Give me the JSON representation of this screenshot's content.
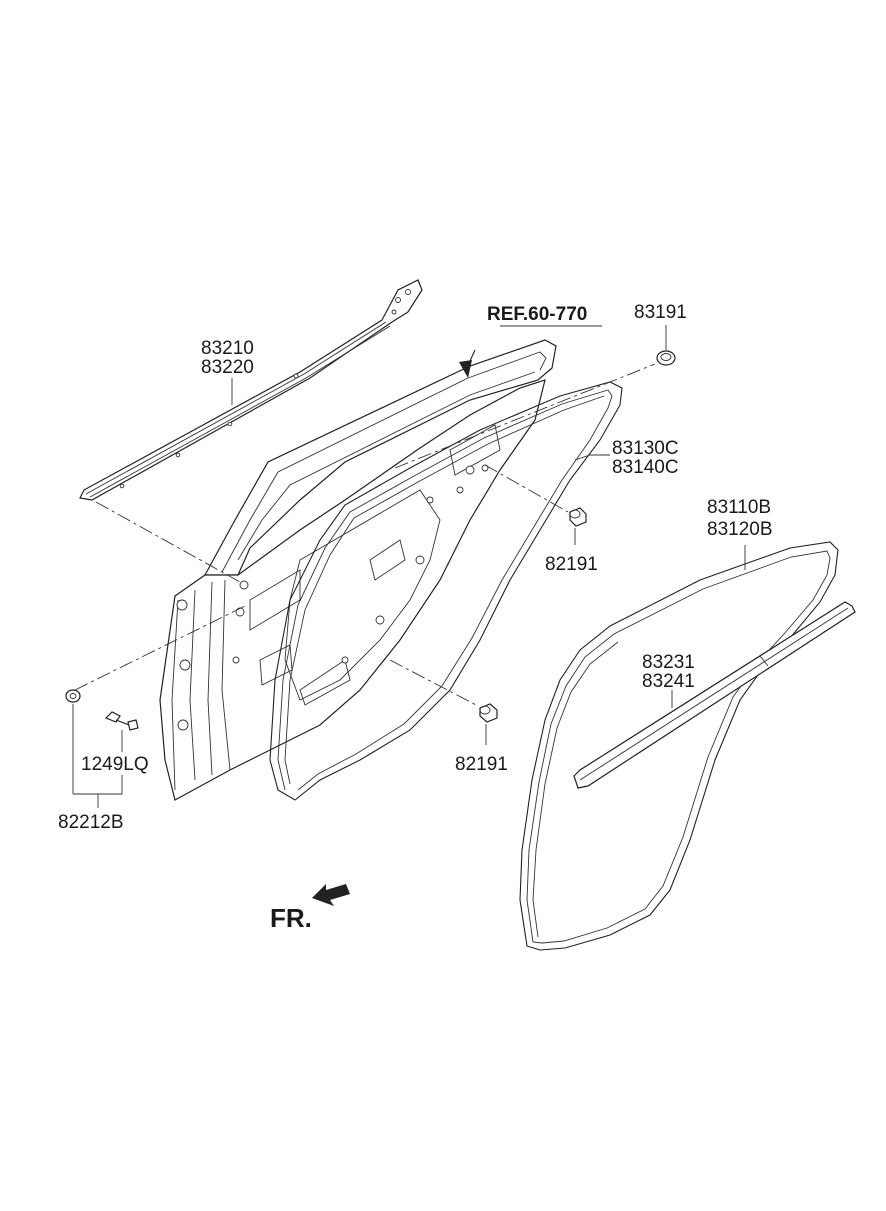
{
  "labels": {
    "belt_molding_1": "83210",
    "belt_molding_2": "83220",
    "ref": "REF.60-770",
    "plug": "83191",
    "weatherstrip_door_1": "83130C",
    "weatherstrip_door_2": "83140C",
    "bumper_upper": "82191",
    "bumper_lower": "82191",
    "weatherstrip_body_1": "83110B",
    "weatherstrip_body_2": "83120B",
    "run_channel_1": "83231",
    "run_channel_2": "83241",
    "screw": "1249LQ",
    "clip": "82212B",
    "front_indicator": "FR."
  }
}
